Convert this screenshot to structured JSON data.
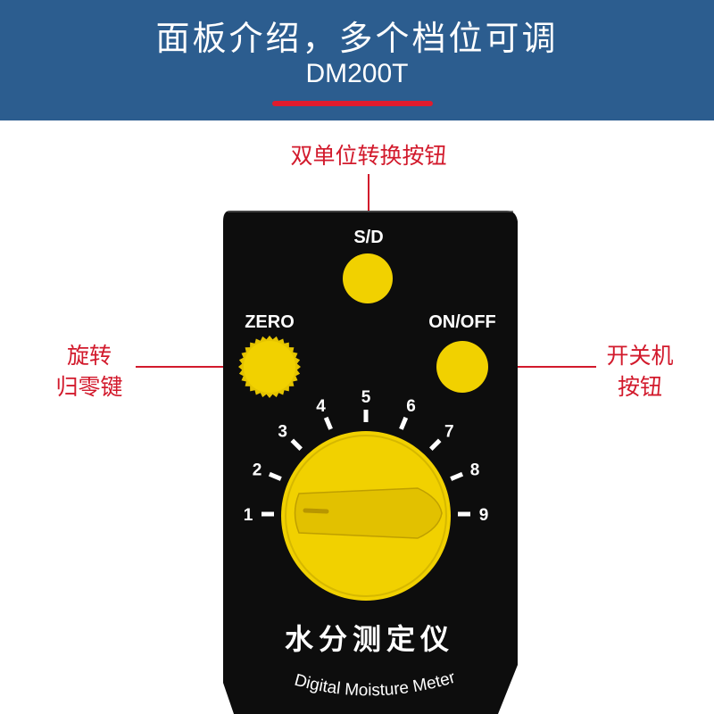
{
  "header": {
    "title": "面板介绍，多个档位可调",
    "model": "DM200T"
  },
  "callouts": {
    "top": "双单位转换按钮",
    "left": [
      "旋转",
      "归零键"
    ],
    "right": [
      "开关机",
      "按钮"
    ]
  },
  "panel": {
    "sd_label": "S/D",
    "zero_label": "ZERO",
    "onoff_label": "ON/OFF",
    "dial_numbers": [
      "1",
      "2",
      "3",
      "4",
      "5",
      "6",
      "7",
      "8",
      "9"
    ],
    "title_cn": "水分测定仪",
    "title_en": "Digital Moisture Meter"
  },
  "colors": {
    "header_bg": "#2c5d8f",
    "accent_red": "#e01b2d",
    "callout_red": "#d21a2c",
    "panel_black": "#0d0d0d",
    "knob_yellow": "#f1d100"
  }
}
